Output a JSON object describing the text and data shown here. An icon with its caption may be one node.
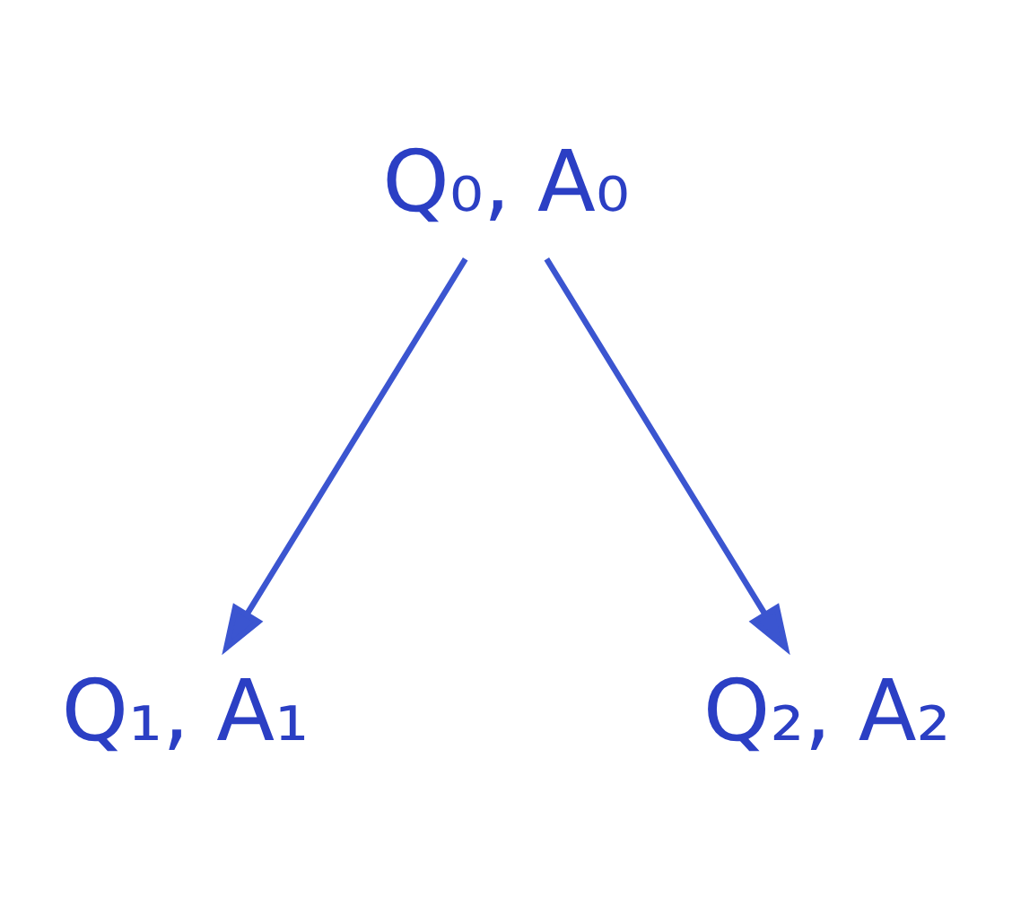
{
  "diagram": {
    "nodes": [
      {
        "text": [
          "Q₀, A₀"
        ]
      },
      {
        "text": [
          "Q₁, A₁"
        ]
      },
      {
        "text": [
          "Q₂, A₂"
        ]
      }
    ],
    "edges": [
      {
        "from": 0,
        "to": 1,
        "arrow": "to"
      },
      {
        "from": 0,
        "to": 2,
        "arrow": "to"
      }
    ]
  }
}
